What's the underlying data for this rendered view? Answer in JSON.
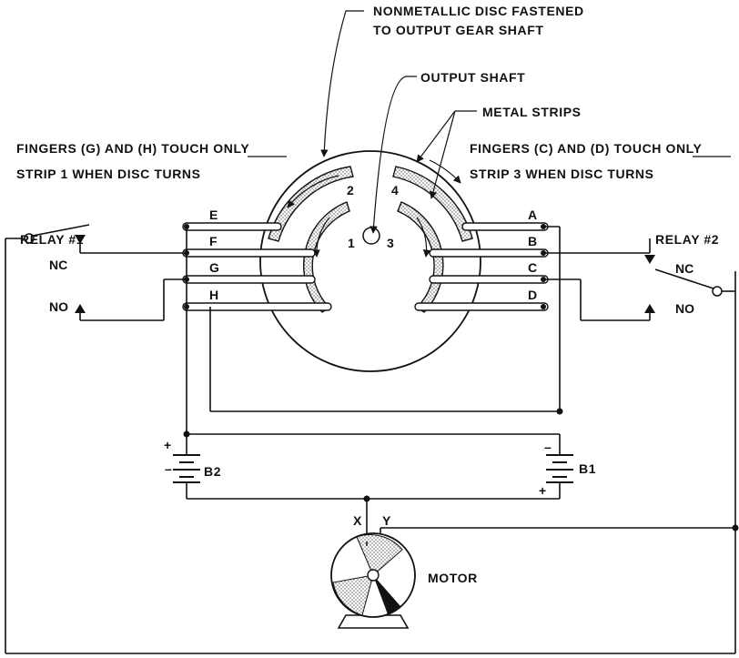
{
  "callouts": {
    "disc_line1": "NONMETALLIC DISC FASTENED",
    "disc_line2": "TO OUTPUT GEAR SHAFT",
    "output_shaft": "OUTPUT SHAFT",
    "metal_strips": "METAL STRIPS",
    "left_note_line1": "FINGERS (G) AND (H) TOUCH ONLY",
    "left_note_line2": "STRIP 1 WHEN DISC TURNS",
    "right_note_line1": "FINGERS (C) AND (D) TOUCH ONLY",
    "right_note_line2": "STRIP 3 WHEN DISC TURNS"
  },
  "strips": {
    "s1": "1",
    "s2": "2",
    "s3": "3",
    "s4": "4"
  },
  "fingers": {
    "a": "A",
    "b": "B",
    "c": "C",
    "d": "D",
    "e": "E",
    "f": "F",
    "g": "G",
    "h": "H"
  },
  "relay1": {
    "title": "RELAY #1",
    "nc": "NC",
    "no": "NO"
  },
  "relay2": {
    "title": "RELAY #2",
    "nc": "NC",
    "no": "NO"
  },
  "battery_b1": {
    "name": "B1",
    "plus": "+",
    "minus": "–"
  },
  "battery_b2": {
    "name": "B2",
    "plus": "+",
    "minus": "–"
  },
  "motor": {
    "label": "MOTOR",
    "terminal_x": "X",
    "terminal_y": "Y"
  },
  "colors": {
    "ink": "#111111",
    "paper": "#ffffff",
    "stipple": "#9a9a9a"
  }
}
